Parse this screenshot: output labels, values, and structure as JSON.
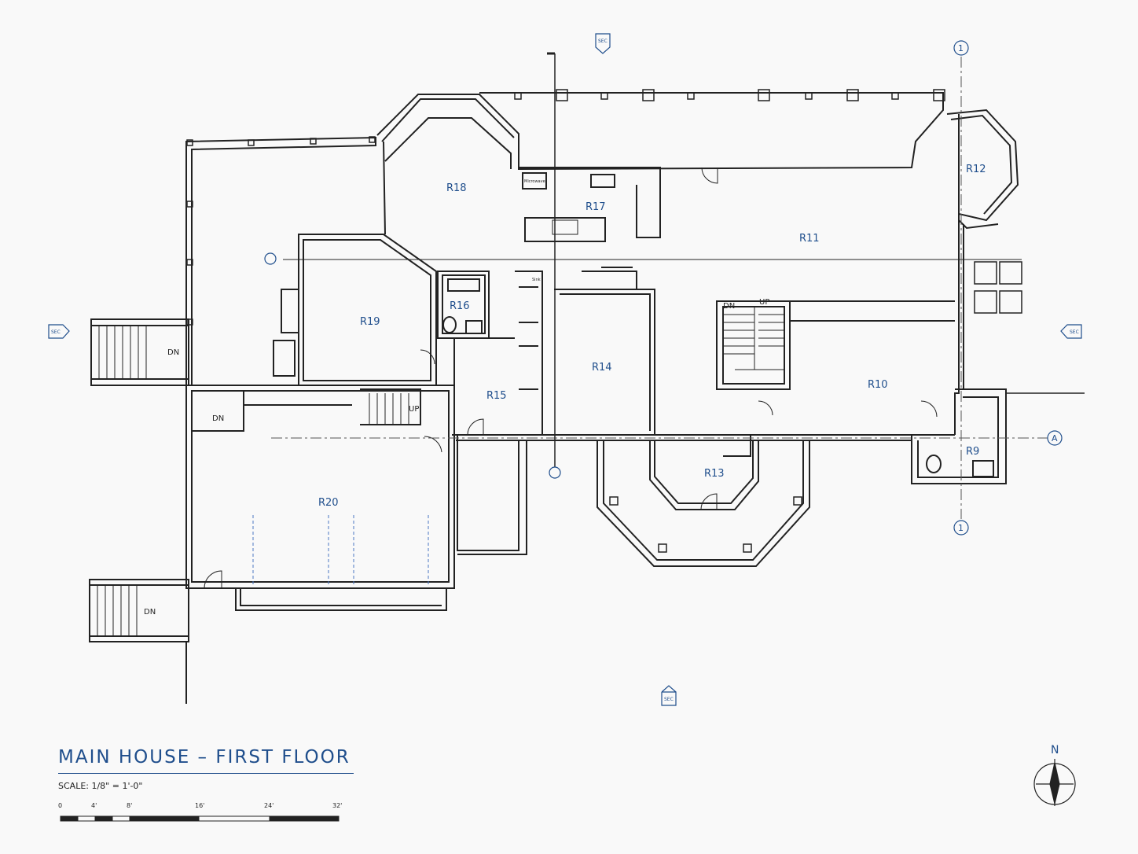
{
  "title": "MAIN HOUSE – FIRST FLOOR",
  "scale": "SCALE: 1/8\" = 1'-0\"",
  "scale_bar": [
    "0",
    "4'",
    "8'",
    "16'",
    "24'",
    "32'"
  ],
  "north": "N",
  "rooms": [
    "R9",
    "R10",
    "R11",
    "R12",
    "R13",
    "R14",
    "R15",
    "R16",
    "R17",
    "R18",
    "R19",
    "R20"
  ],
  "notes": {
    "dn": "DN",
    "up": "UP",
    "microwave": "Microwave",
    "sink": "Sink"
  },
  "grid": {
    "one": "1",
    "a": "A"
  },
  "section_marker": "SEC",
  "colors": {
    "accent": "#1f4e8c",
    "line": "#222222",
    "background": "#f9f9f9"
  }
}
